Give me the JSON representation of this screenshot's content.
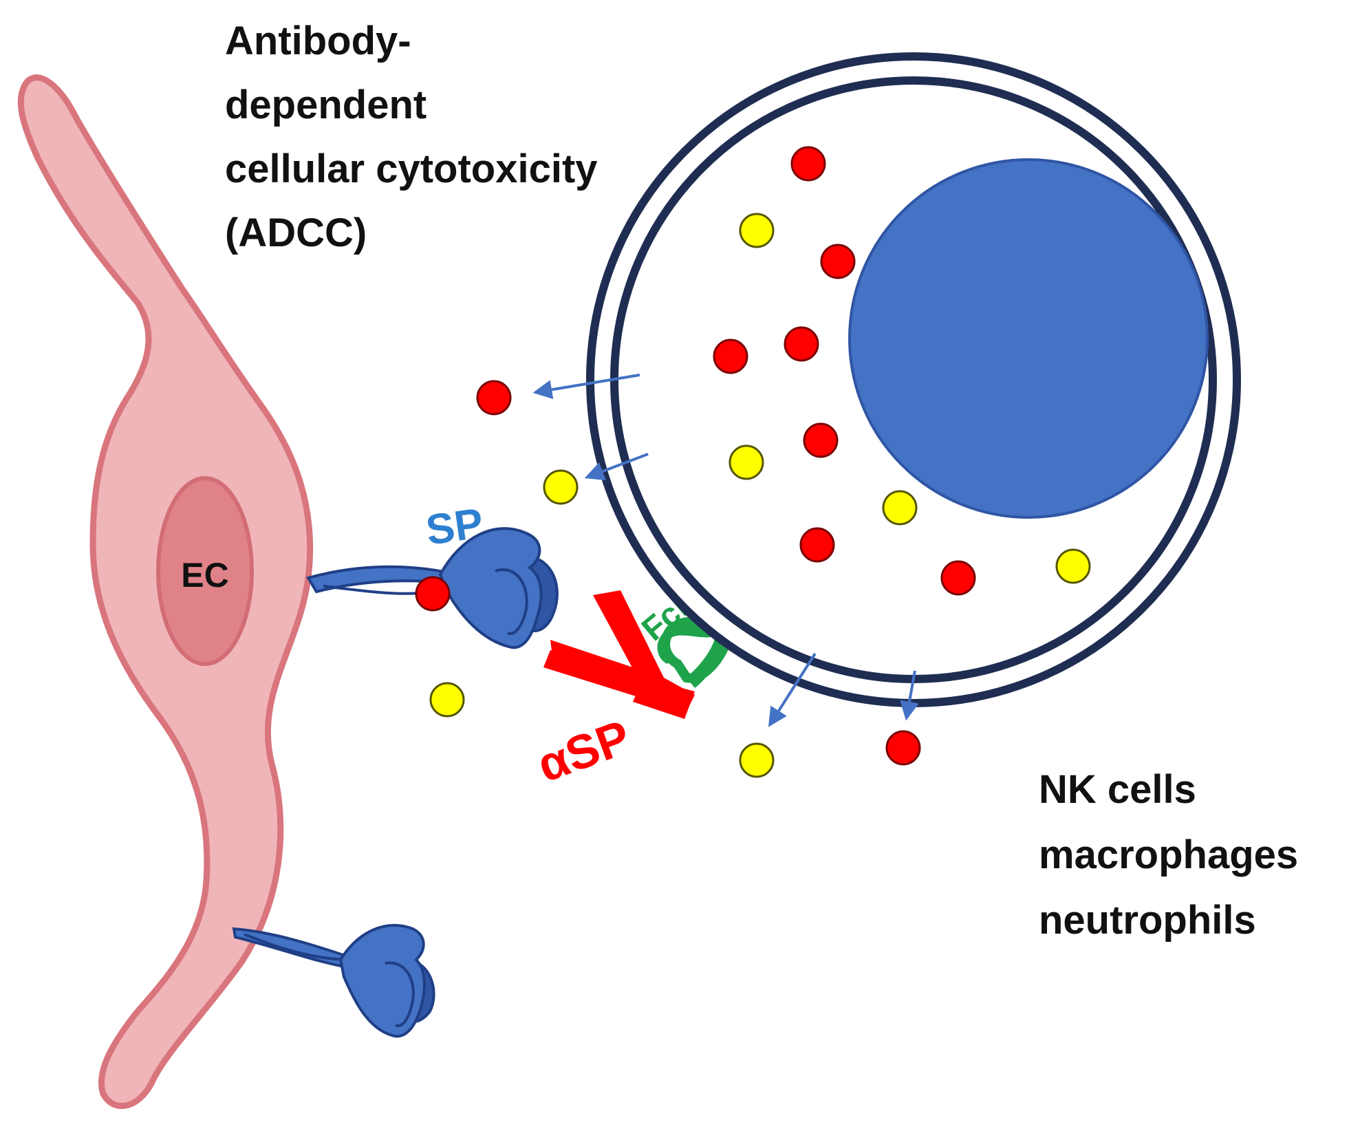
{
  "title": {
    "lines": [
      "Antibody-",
      "dependent",
      "cellular cytotoxicity",
      "(ADCC)"
    ]
  },
  "labels": {
    "endothelial_cell": "EC",
    "spike_protein": "SP",
    "fc_receptor": "FcR",
    "anti_spike_antibody": "αSP"
  },
  "effector_cells": {
    "lines": [
      "NK cells",
      "macrophages",
      "neutrophils"
    ]
  },
  "colors": {
    "endothelial_cell_fill": "#f0b5b8",
    "endothelial_cell_outline": "#d9757d",
    "nucleus_fill": "#e08389",
    "spike_protein": "#4472c4",
    "spike_protein_dark": "#2f55a4",
    "antibody": "#ff0000",
    "fc_receptor": "#1fa34a",
    "effector_membrane": "#1f2d52",
    "effector_nucleus": "#4472c4",
    "granule_red": "#ff0000",
    "granule_yellow": "#ffff00",
    "release_arrow": "#4472c4",
    "sp_label": "#2e7fcf",
    "fcr_label": "#1fa34a",
    "asp_label": "#ff0000"
  },
  "icons": [
    "endothelial-cell-icon",
    "spike-protein-icon",
    "antibody-icon",
    "fc-receptor-icon",
    "effector-cell-icon",
    "granule-icon",
    "arrow-icon"
  ]
}
